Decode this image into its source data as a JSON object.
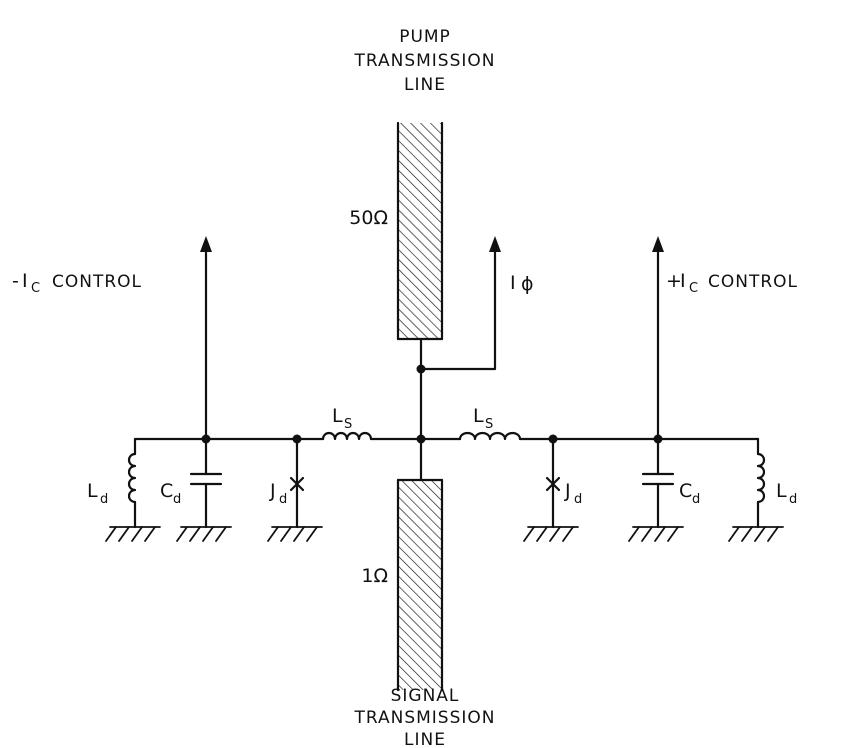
{
  "pump_line": {
    "title_lines": [
      "PUMP",
      "TRANSMISSION",
      "LINE"
    ],
    "impedance": "50Ω"
  },
  "signal_line": {
    "title_lines": [
      "SIGNAL",
      "TRANSMISSION",
      "LINE"
    ],
    "impedance": "1Ω"
  },
  "control_left": {
    "sign": "-",
    "symbol": "I",
    "subscript": "C",
    "text": "CONTROL"
  },
  "control_right": {
    "sign": "+",
    "symbol": "I",
    "subscript": "C",
    "text": "CONTROL"
  },
  "flux_bias": {
    "symbol": "I",
    "subscript": "ϕ"
  },
  "components": {
    "series_inductor": {
      "symbol": "L",
      "subscript": "S"
    },
    "shunt_inductor": {
      "symbol": "L",
      "subscript": "d"
    },
    "capacitor": {
      "symbol": "C",
      "subscript": "d"
    },
    "junction": {
      "symbol": "J",
      "subscript": "d"
    }
  },
  "colors": {
    "ink": "#111111",
    "background": "#ffffff"
  }
}
